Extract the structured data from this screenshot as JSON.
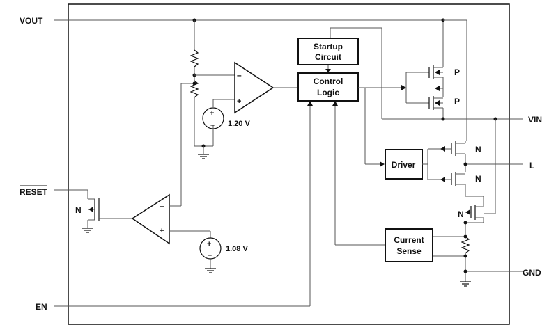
{
  "pins": {
    "vout": "VOUT",
    "reset": "RESET",
    "en": "EN",
    "vin": "VIN",
    "l": "L",
    "gnd": "GND"
  },
  "blocks": {
    "startup_line1": "Startup",
    "startup_line2": "Circuit",
    "control_line1": "Control",
    "control_line2": "Logic",
    "driver": "Driver",
    "current_sense_line1": "Current",
    "current_sense_line2": "Sense"
  },
  "references": {
    "ref_high": "1.20 V",
    "ref_low": "1.08 V"
  },
  "transistors": {
    "p_upper": "P",
    "p_lower": "P",
    "n_upper": "N",
    "n_lower": "N",
    "n_reset": "N",
    "n_sense": "N"
  },
  "opamp_signs": {
    "minus": "–",
    "plus": "+"
  }
}
